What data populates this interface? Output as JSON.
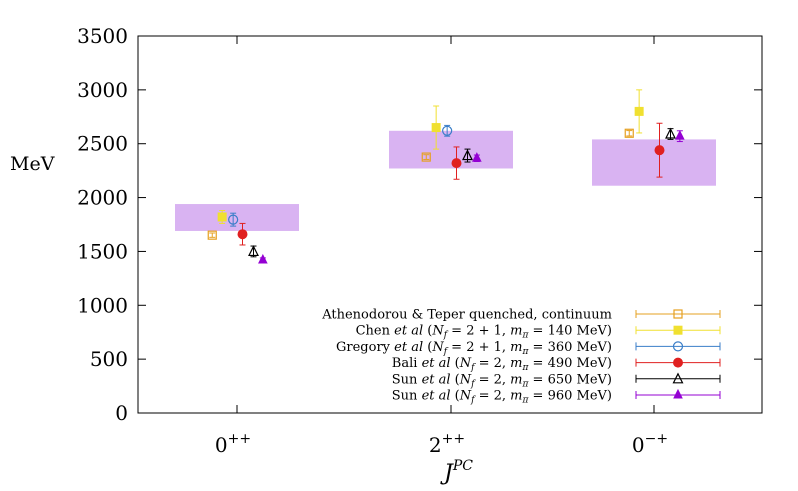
{
  "chart_data": {
    "type": "scatter",
    "ylabel": "MeV",
    "xlabel": "J",
    "xlabel_sup": "PC",
    "ylim": [
      0,
      3500
    ],
    "yticks": [
      0,
      500,
      1000,
      1500,
      2000,
      2500,
      3000,
      3500
    ],
    "categories": [
      {
        "base": "0",
        "sup": "++"
      },
      {
        "base": "2",
        "sup": "++"
      },
      {
        "base": "0",
        "sup": "−+"
      }
    ],
    "grid": false,
    "legend_position": "bottom-right",
    "bands": [
      {
        "category": 0,
        "low": 1690,
        "high": 1940
      },
      {
        "category": 1,
        "low": 2270,
        "high": 2620
      },
      {
        "category": 2,
        "low": 2110,
        "high": 2540
      }
    ],
    "series": [
      {
        "name": "Athenodorou & Teper quenched, continuum",
        "color": "#e6a020",
        "marker": "square-open",
        "offset": -0.45,
        "points": [
          {
            "category": 0,
            "y": 1651,
            "err": 20
          },
          {
            "category": 1,
            "y": 2376,
            "err": 22
          },
          {
            "category": 2,
            "y": 2597,
            "err": 25
          }
        ]
      },
      {
        "name": "Chen et al (N_f = 2 + 1, m_π = 140 MeV)",
        "color": "#f0e030",
        "marker": "square-filled",
        "offset": -0.27,
        "points": [
          {
            "category": 0,
            "y": 1820,
            "err": 60
          },
          {
            "category": 1,
            "y": 2650,
            "err": 200
          },
          {
            "category": 2,
            "y": 2800,
            "err": 200
          }
        ]
      },
      {
        "name": "Gregory et al (N_f = 2 + 1, m_π = 360 MeV)",
        "color": "#3a7ec8",
        "marker": "circle-open",
        "offset": -0.07,
        "points": [
          {
            "category": 0,
            "y": 1795,
            "err": 60
          },
          {
            "category": 1,
            "y": 2620,
            "err": 50
          }
        ]
      },
      {
        "name": "Bali et al (N_f = 2, m_π = 490 MeV)",
        "color": "#e02020",
        "marker": "circle-filled",
        "offset": 0.1,
        "points": [
          {
            "category": 0,
            "y": 1660,
            "err": 100
          },
          {
            "category": 1,
            "y": 2320,
            "err": 150
          },
          {
            "category": 2,
            "y": 2440,
            "err": 250
          }
        ]
      },
      {
        "name": "Sun et al (N_f = 2, m_π = 650 MeV)",
        "color": "#000000",
        "marker": "triangle-open",
        "offset": 0.3,
        "points": [
          {
            "category": 0,
            "y": 1500,
            "err": 50
          },
          {
            "category": 1,
            "y": 2390,
            "err": 60
          },
          {
            "category": 2,
            "y": 2590,
            "err": 50
          }
        ]
      },
      {
        "name": "Sun et al (N_f = 2, m_π = 960 MeV)",
        "color": "#9400d3",
        "marker": "triangle-filled",
        "offset": 0.47,
        "points": [
          {
            "category": 0,
            "y": 1420,
            "err": 20
          },
          {
            "category": 1,
            "y": 2365,
            "err": 30
          },
          {
            "category": 2,
            "y": 2570,
            "err": 50
          }
        ]
      }
    ],
    "legend": [
      {
        "prefix": "Athenodorou & Teper quenched, continuum",
        "etal": "",
        "nf": "",
        "mpi": ""
      },
      {
        "prefix": "Chen ",
        "etal": "et al",
        "nf": "2 + 1",
        "mpi": "140"
      },
      {
        "prefix": "Gregory ",
        "etal": "et al",
        "nf": "2 + 1",
        "mpi": "360"
      },
      {
        "prefix": "Bali ",
        "etal": "et al",
        "nf": "2",
        "mpi": "490"
      },
      {
        "prefix": "Sun ",
        "etal": "et al",
        "nf": "2",
        "mpi": "650"
      },
      {
        "prefix": "Sun ",
        "etal": "et al",
        "nf": "2",
        "mpi": "960"
      }
    ],
    "band_color": "#d9b3f2"
  }
}
